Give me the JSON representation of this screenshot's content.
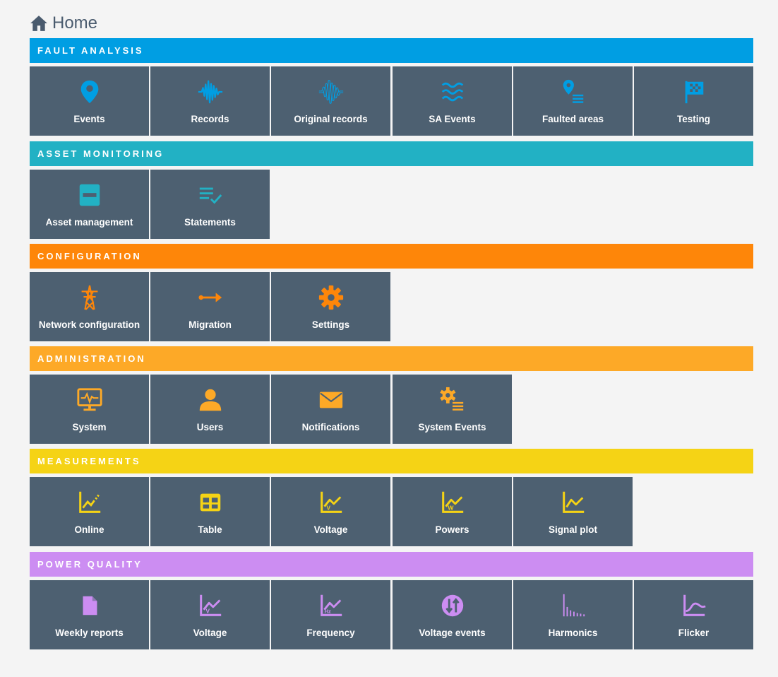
{
  "breadcrumb": {
    "label": "Home",
    "icon": "home-icon"
  },
  "sections": [
    {
      "id": "fault-analysis",
      "title": "FAULT ANALYSIS",
      "color": "#009ee3",
      "tiles": [
        {
          "label": "Events",
          "icon": "map-pin-icon"
        },
        {
          "label": "Records",
          "icon": "waveform-icon"
        },
        {
          "label": "Original records",
          "icon": "original-waveform-icon"
        },
        {
          "label": "SA Events",
          "icon": "waves-icon"
        },
        {
          "label": "Faulted areas",
          "icon": "pin-list-icon"
        },
        {
          "label": "Testing",
          "icon": "checkered-flag-icon"
        }
      ]
    },
    {
      "id": "asset-monitoring",
      "title": "ASSET MONITORING",
      "color": "#22b1c4",
      "tiles": [
        {
          "label": "Asset management",
          "icon": "meter-icon"
        },
        {
          "label": "Statements",
          "icon": "list-check-icon"
        }
      ]
    },
    {
      "id": "configuration",
      "title": "CONFIGURATION",
      "color": "#fe8609",
      "tiles": [
        {
          "label": "Network configuration",
          "icon": "power-tower-icon"
        },
        {
          "label": "Migration",
          "icon": "arrow-right-icon"
        },
        {
          "label": "Settings",
          "icon": "gear-icon"
        }
      ]
    },
    {
      "id": "administration",
      "title": "ADMINISTRATION",
      "color": "#fda927",
      "tiles": [
        {
          "label": "System",
          "icon": "monitor-pulse-icon"
        },
        {
          "label": "Users",
          "icon": "user-icon"
        },
        {
          "label": "Notifications",
          "icon": "envelope-icon"
        },
        {
          "label": "System Events",
          "icon": "gears-list-icon"
        }
      ]
    },
    {
      "id": "measurements",
      "title": "MEASUREMENTS",
      "color": "#f5d315",
      "tiles": [
        {
          "label": "Online",
          "icon": "line-chart-icon"
        },
        {
          "label": "Table",
          "icon": "table-icon"
        },
        {
          "label": "Voltage",
          "icon": "voltage-chart-icon",
          "badge": "V"
        },
        {
          "label": "Powers",
          "icon": "power-chart-icon",
          "badge": "W"
        },
        {
          "label": "Signal plot",
          "icon": "signal-chart-icon"
        }
      ]
    },
    {
      "id": "power-quality",
      "title": "POWER QUALITY",
      "color": "#cc8df2",
      "tiles": [
        {
          "label": "Weekly reports",
          "icon": "document-icon"
        },
        {
          "label": "Voltage",
          "icon": "voltage-chart-icon",
          "badge": "V"
        },
        {
          "label": "Frequency",
          "icon": "frequency-chart-icon",
          "badge": "Hz"
        },
        {
          "label": "Voltage events",
          "icon": "up-down-arrows-icon"
        },
        {
          "label": "Harmonics",
          "icon": "harmonics-bars-icon"
        },
        {
          "label": "Flicker",
          "icon": "flicker-curve-icon"
        }
      ]
    }
  ]
}
